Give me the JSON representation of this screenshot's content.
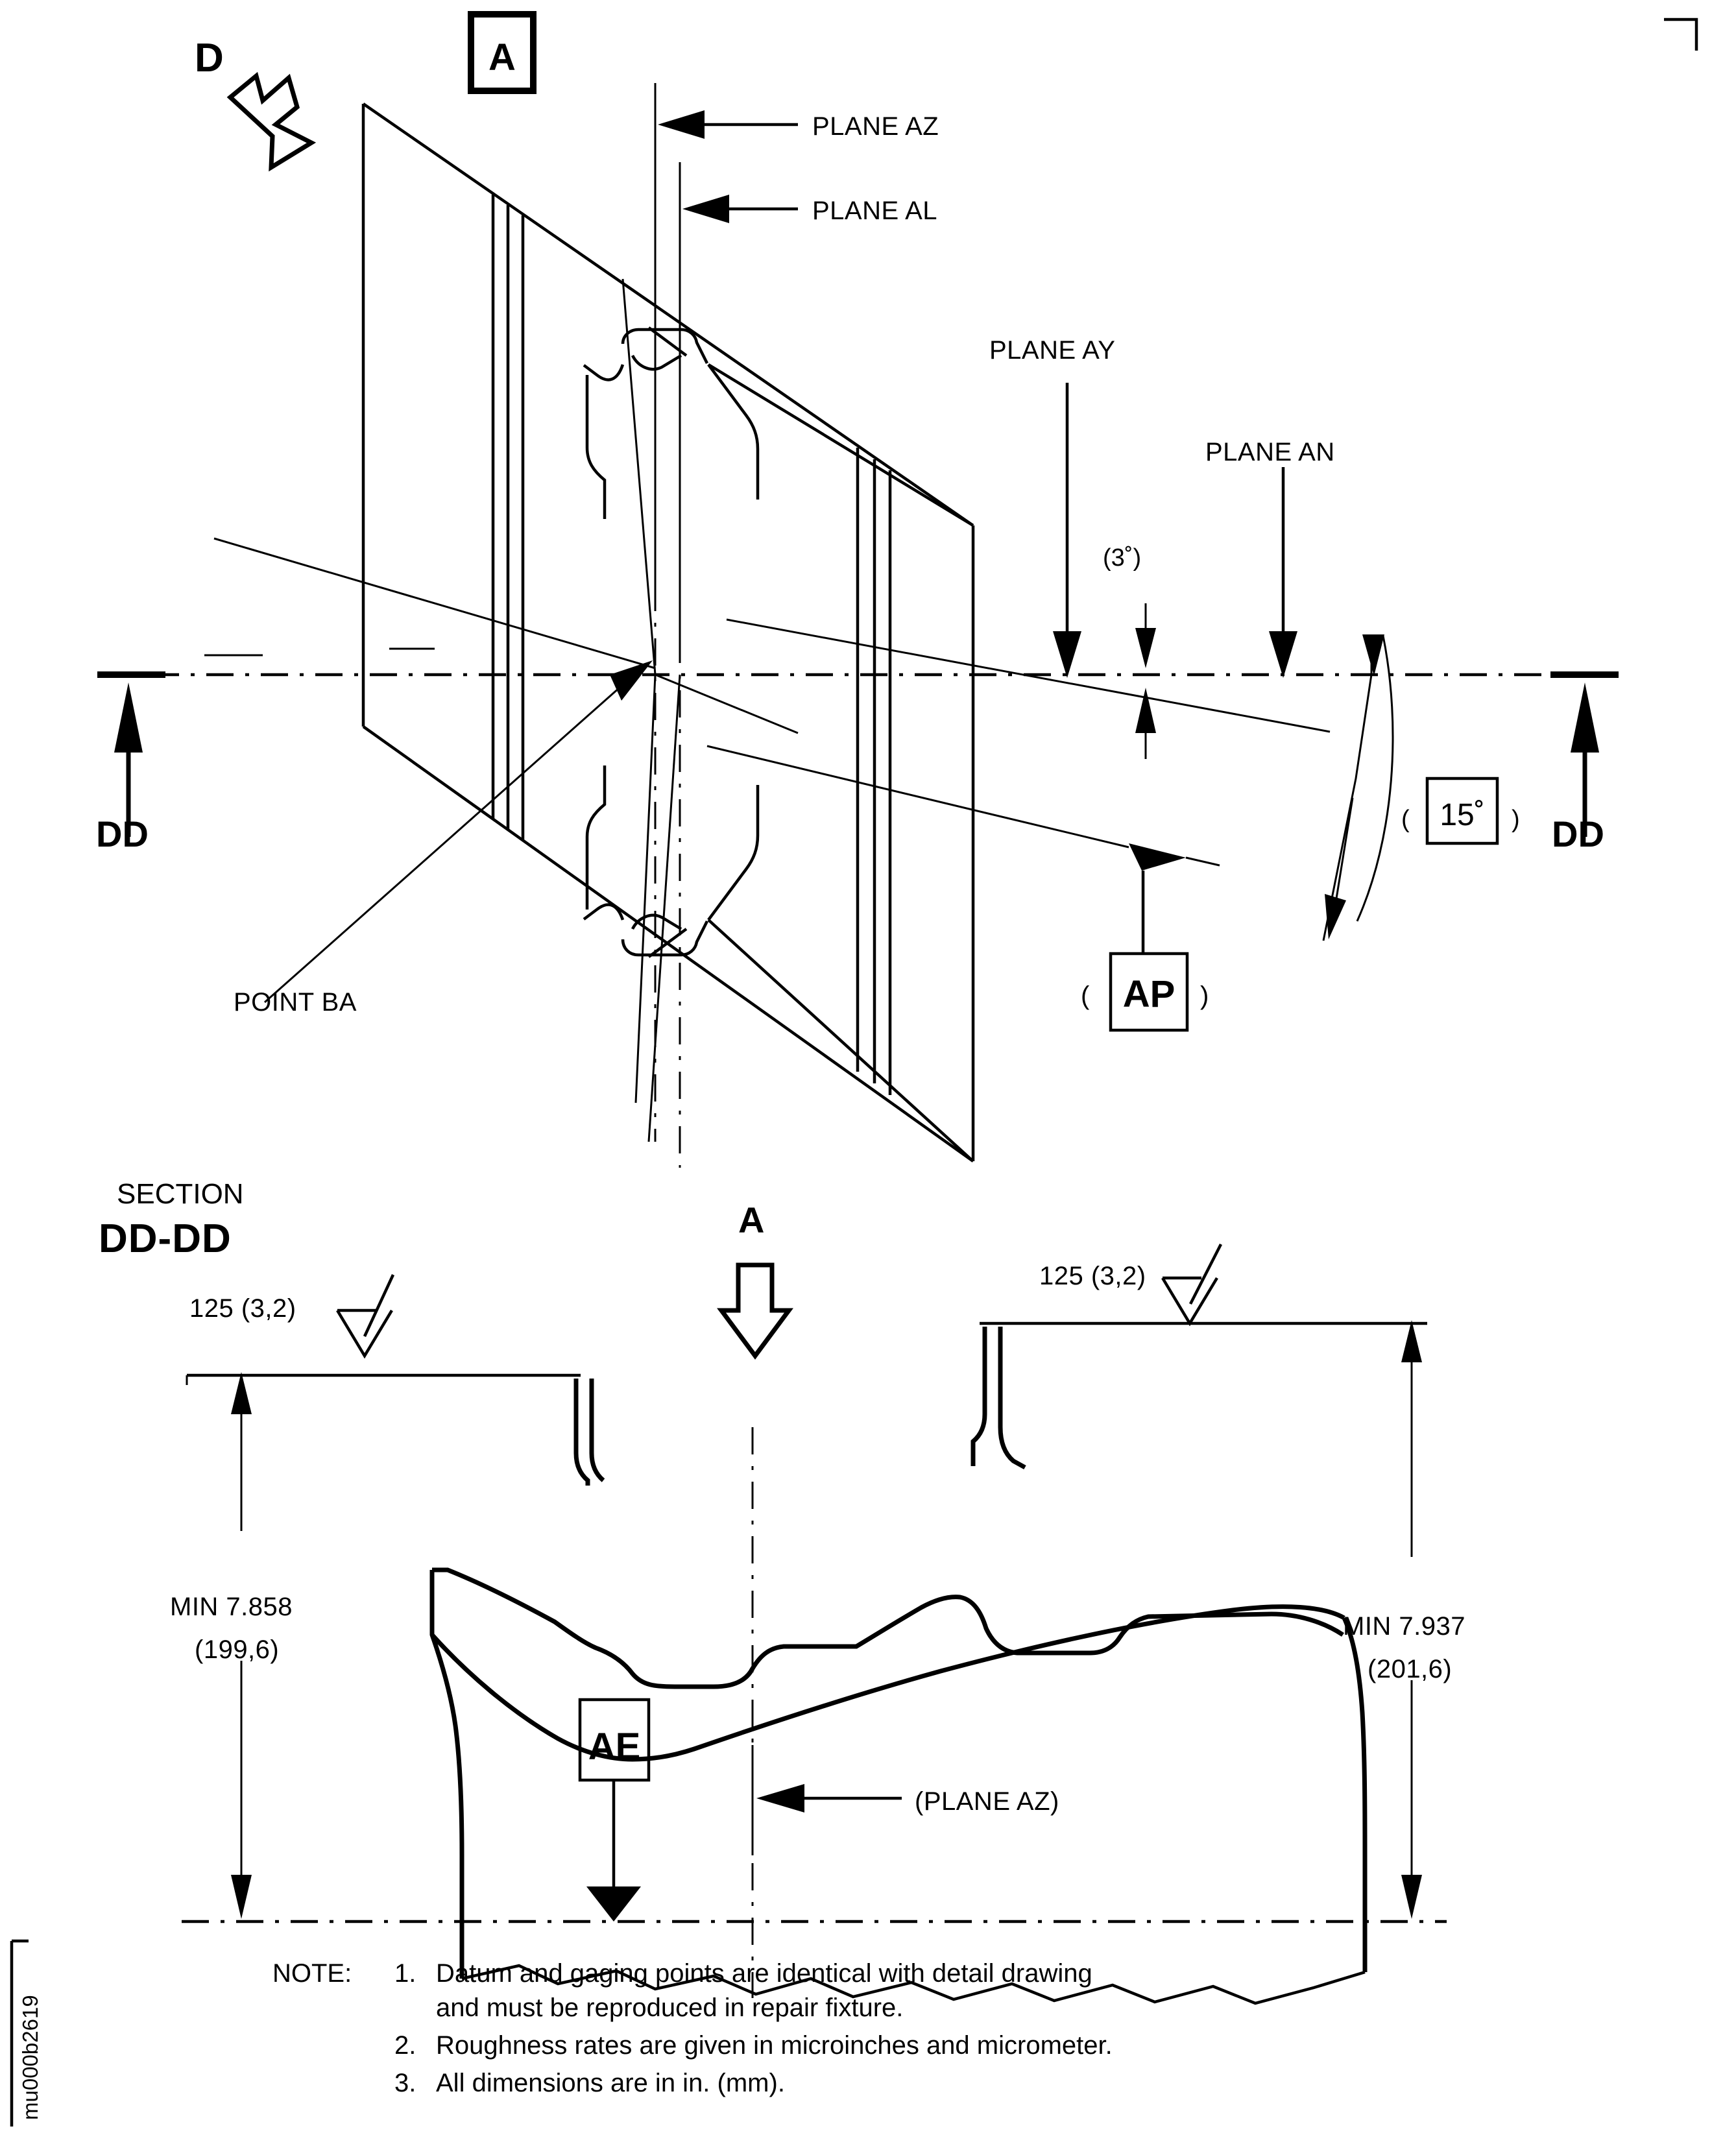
{
  "document": {
    "title": "Engineering Repair Fixture Drawing",
    "drawing_id": "mu000b2619"
  },
  "iso_view": {
    "view_arrow_label": "D",
    "datum_box_a": "A",
    "callouts": [
      {
        "key": "plane_az",
        "text": "PLANE AZ"
      },
      {
        "key": "plane_al",
        "text": "PLANE AL"
      },
      {
        "key": "plane_ay",
        "text": "PLANE AY"
      },
      {
        "key": "plane_an",
        "text": "PLANE AN"
      }
    ],
    "angle_3": "(3˚)",
    "angle_15_open": "(",
    "angle_15": "15˚",
    "angle_15_close": ")",
    "datum_ap_open": "(",
    "datum_ap": "AP",
    "datum_ap_close": ")",
    "point_label": "POINT BA",
    "section_cut_left": "DD",
    "section_cut_right": "DD"
  },
  "section_view": {
    "section_word": "SECTION",
    "section_name": "DD-DD",
    "view_arrow_label": "A",
    "surface_finish_left": "125 (3,2)",
    "surface_finish_right": "125 (3,2)",
    "dim_left_line1": "MIN 7.858",
    "dim_left_line2": "(199,6)",
    "dim_right_line1": "MIN 7.937",
    "dim_right_line2": "(201,6)",
    "plane_az_ref": "(PLANE AZ)",
    "datum_ae": "AE"
  },
  "notes": {
    "heading": "NOTE:",
    "items": [
      {
        "num": "1.",
        "line1": "Datum and gaging points are identical with detail drawing",
        "line2": "and must be reproduced in repair fixture."
      },
      {
        "num": "2.",
        "line1": "Roughness rates are given in microinches and micrometer.",
        "line2": ""
      },
      {
        "num": "3.",
        "line1": "All dimensions are in in. (mm).",
        "line2": ""
      }
    ]
  },
  "colors": {
    "ink": "#000000",
    "paper": "#ffffff"
  }
}
